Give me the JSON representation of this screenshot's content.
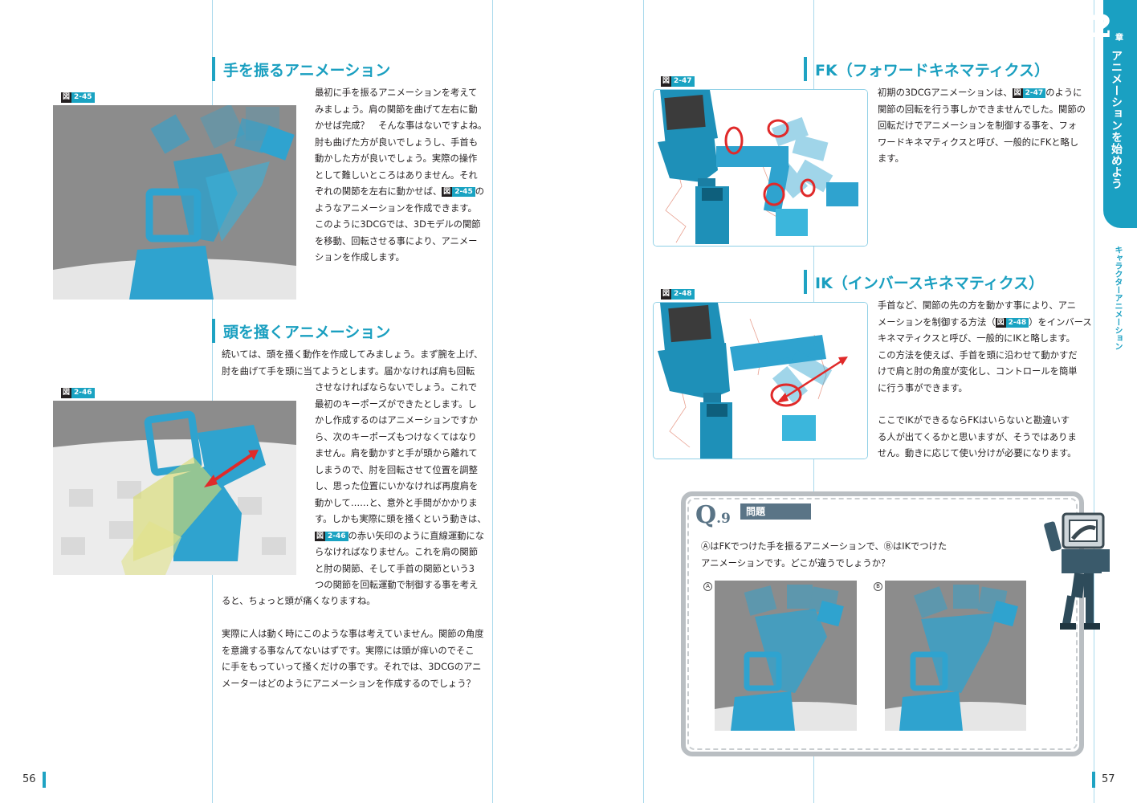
{
  "left_page": {
    "page_number": "56",
    "section1": {
      "heading": "手を振るアニメーション",
      "figure_tag": {
        "prefix": "図",
        "number": "2-45"
      },
      "lines": [
        "最初に手を振るアニメーションを考えて",
        "みましょう。肩の関節を曲げて左右に動",
        "かせば完成？　そんな事はないですよね。",
        "肘も曲げた方が良いでしょうし、手首も",
        "動かした方が良いでしょう。実際の操作",
        "として難しいところはありません。それ",
        "ぞれの関節を左右に動かせば、"
      ],
      "line7_ref": "2-45",
      "line7_after": "の",
      "lines_tail": [
        "ようなアニメーションを作成できます。",
        "このように3DCGでは、3Dモデルの関節",
        "を移動、回転させる事により、アニメー",
        "ションを作成します。"
      ]
    },
    "section2": {
      "heading": "頭を掻くアニメーション",
      "figure_tag": {
        "prefix": "図",
        "number": "2-46"
      },
      "lines_full": [
        "続いては、頭を掻く動作を作成してみましょう。まず腕を上げ、",
        "肘を曲げて手を頭に当てようとします。届かなければ肩も回転"
      ],
      "lines_narrow": [
        "させなければならないでしょう。これで",
        "最初のキーポーズができたとします。し",
        "かし作成するのはアニメーションですか",
        "ら、次のキーポーズもつけなくてはなり",
        "ません。肩を動かすと手が頭から離れて",
        "しまうので、肘を回転させて位置を調整",
        "し、思った位置にいかなければ再度肩を",
        "動かして……と、意外と手間がかかりま",
        "す。しかも実際に頭を掻くという動きは、"
      ],
      "ref_line_ref": "2-46",
      "ref_line_after": "の赤い矢印のように直線運動にな",
      "lines_narrow_tail": [
        "らなければなりません。これを肩の関節",
        "と肘の関節、そして手首の関節という3",
        "つの関節を回転運動で制御する事を考え"
      ],
      "line_last": "ると、ちょっと頭が痛くなりますね。",
      "para2": [
        "実際に人は動く時にこのような事は考えていません。関節の角度",
        "を意識する事なんてないはずです。実際には頭が痒いのでそこ",
        "に手をもっていって掻くだけの事です。それでは、3DCGのアニ",
        "メーターはどのようにアニメーションを作成するのでしょう？"
      ]
    }
  },
  "right_page": {
    "page_number": "57",
    "chapter": {
      "number": "2",
      "suffix": "章",
      "title": "アニメーションを始めよう"
    },
    "side_label": "キャラクターアニメーション",
    "fk": {
      "heading": "FK（フォワードキネマティクス）",
      "figure_tag": {
        "prefix": "図",
        "number": "2-47"
      },
      "line1_before": "初期の3DCGアニメーションは、",
      "line1_ref": "2-47",
      "line1_after": "のように",
      "lines": [
        "関節の回転を行う事しかできませんでした。関節の",
        "回転だけでアニメーションを制御する事を、フォ",
        "ワードキネマティクスと呼び、一般的にFKと略し",
        "ます。"
      ]
    },
    "ik": {
      "heading": "IK（インバースキネマティクス）",
      "figure_tag": {
        "prefix": "図",
        "number": "2-48"
      },
      "line1": "手首など、関節の先の方を動かす事により、アニ",
      "line2_before": "メーションを制御する方法（",
      "line2_ref": "2-48",
      "line2_after": "）をインバース",
      "lines": [
        "キネマティクスと呼び、一般的にIKと略します。",
        "この方法を使えば、手首を頭に沿わせて動かすだ",
        "けで肩と肘の角度が変化し、コントロールを簡単",
        "に行う事ができます。"
      ],
      "para2": [
        "ここでIKができるならFKはいらないと勘違いす",
        "る人が出てくるかと思いますが、そうではありま",
        "せん。動きに応じて使い分けが必要になります。"
      ]
    },
    "quiz": {
      "q_label": "Q",
      "q_number": ".9",
      "badge": "問題",
      "line1": "ⒶはFKでつけた手を振るアニメーションで、ⒷはIKでつけた",
      "line2": "アニメーションです。どこが違うでしょうか？",
      "label_a": "A",
      "label_b": "B"
    }
  },
  "colors": {
    "accent": "#1aa0c2",
    "figure_bg": "#8c8c8c",
    "model_blue": "#2fa3cf",
    "arrow_red": "#e02a2a"
  }
}
